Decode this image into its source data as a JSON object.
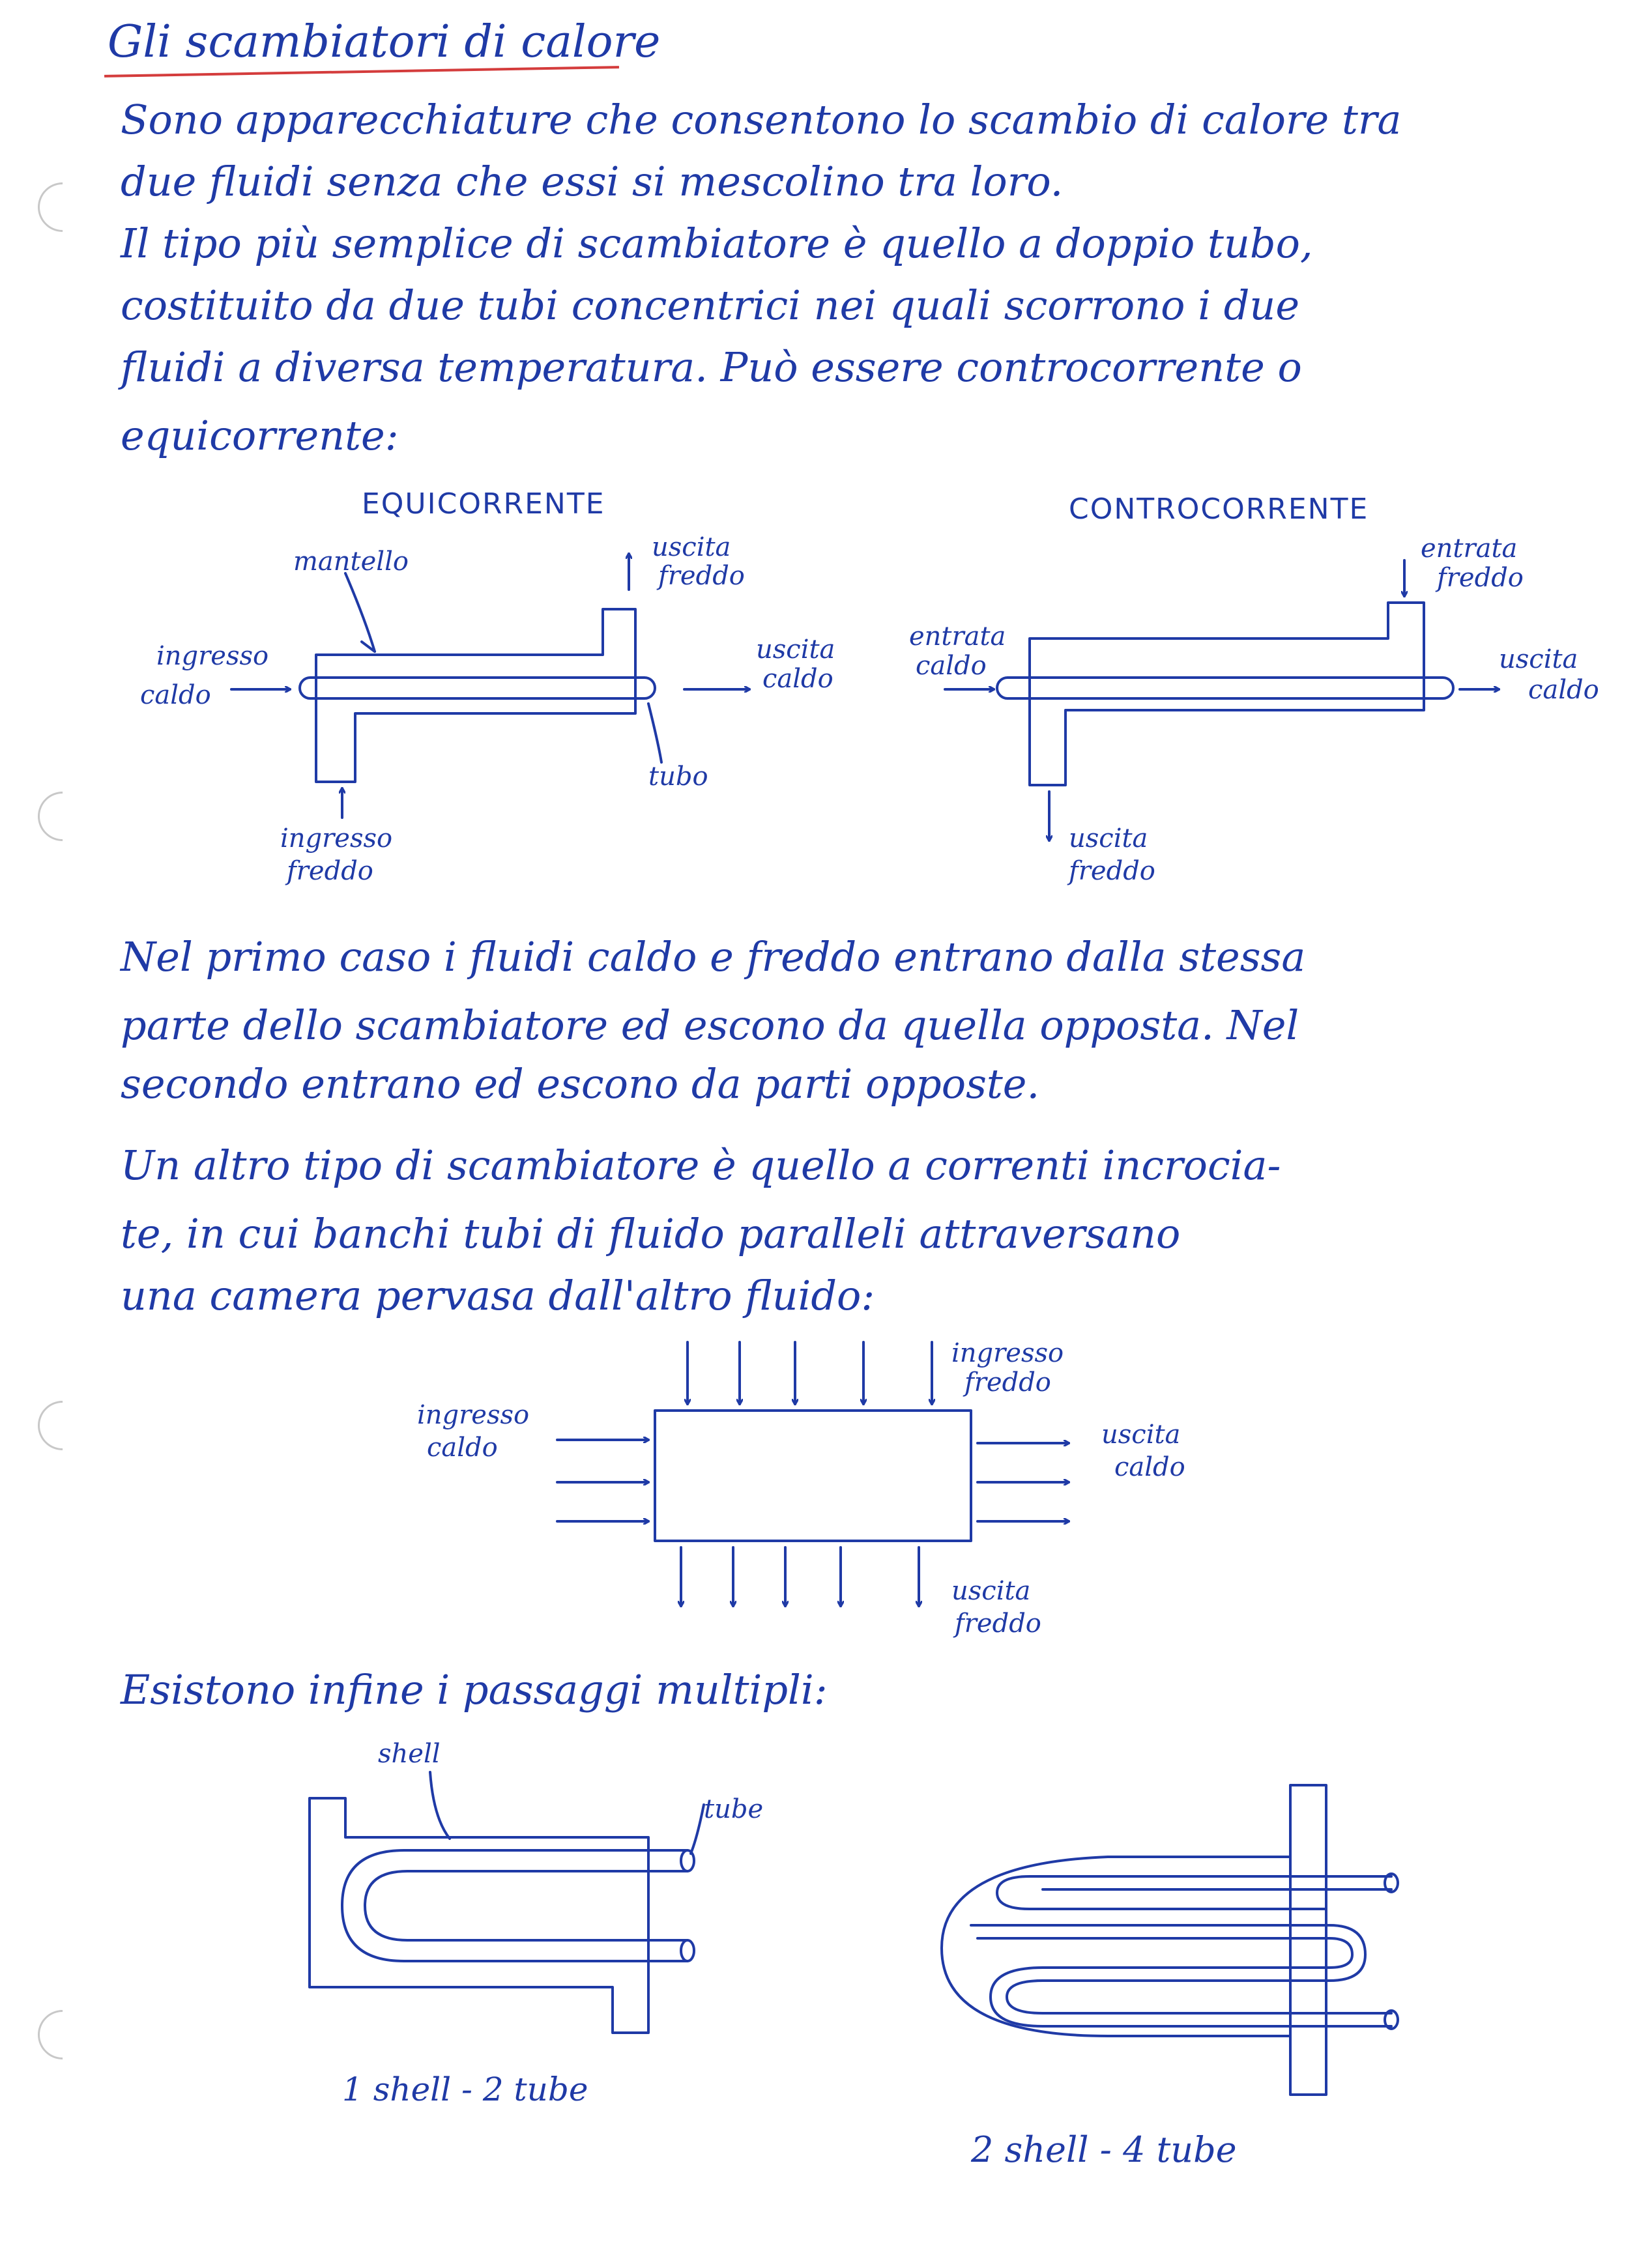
{
  "title": "Gli scambiatori di calore",
  "intro": [
    "Sono apparecchiature che consentono lo scambio di calore tra",
    "due fluidi senza che essi si mescolino tra loro.",
    "Il tipo più semplice di scambiatore è quello a doppio tubo,",
    "costituito da due tubi concentrici nei quali scorrono i due",
    "fluidi a diversa temperatura. Può essere controcorrente o",
    "equicorrente:"
  ],
  "equicorrente": {
    "heading": "EQUICORRENTE",
    "mantello": "mantello",
    "uscita_freddo": [
      "uscita",
      "freddo"
    ],
    "ingresso_caldo": [
      "ingresso",
      "caldo"
    ],
    "uscita_caldo": [
      "uscita",
      "caldo"
    ],
    "tubo": "tubo",
    "ingresso_freddo": [
      "ingresso",
      "freddo"
    ]
  },
  "controcorrente": {
    "heading": "CONTROCORRENTE",
    "entrata_freddo": [
      "entrata",
      "freddo"
    ],
    "entrata_caldo": [
      "entrata",
      "caldo"
    ],
    "uscita_caldo": [
      "uscita",
      "caldo"
    ],
    "uscita_freddo": [
      "uscita",
      "freddo"
    ]
  },
  "comparison": [
    "Nel primo caso i fluidi caldo e freddo entrano dalla stessa",
    "parte dello scambiatore ed escono da quella opposta. Nel",
    "secondo entrano ed escono da parti opposte."
  ],
  "crossflow_text": [
    "Un altro tipo di scambiatore è quello a correnti incrocia-",
    "te, in cui banchi tubi di fluido paralleli attraversano",
    "una camera pervasa dall'altro fluido:"
  ],
  "crossflow": {
    "ingresso_freddo": [
      "ingresso",
      "freddo"
    ],
    "ingresso_caldo": [
      "ingresso",
      "caldo"
    ],
    "uscita_caldo": [
      "uscita",
      "caldo"
    ],
    "uscita_freddo": [
      "uscita",
      "freddo"
    ]
  },
  "multipass_text": "Esistono infine i passaggi multipli:",
  "multipass": {
    "shell": "shell",
    "tube": "tube",
    "caption1": "1 shell - 2 tube",
    "caption2": "2 shell - 4 tube"
  }
}
